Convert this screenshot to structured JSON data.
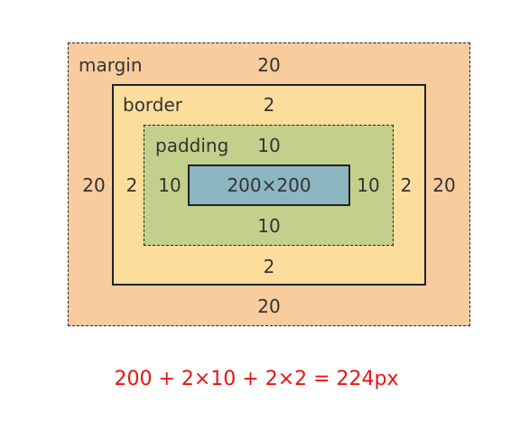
{
  "colors": {
    "margin_fill": "#f9cc9d",
    "border_fill": "#fddd9b",
    "padding_fill": "#c3d08b",
    "content_fill": "#8cb6c0",
    "outline": "#222222",
    "text": "#333333",
    "formula": "#ee1111"
  },
  "margin": {
    "label": "margin",
    "top": "20",
    "left": "20",
    "right": "20",
    "bottom": "20"
  },
  "border": {
    "label": "border",
    "top": "2",
    "left": "2",
    "right": "2",
    "bottom": "2"
  },
  "padding": {
    "label": "padding",
    "top": "10",
    "left": "10",
    "right": "10",
    "bottom": "10"
  },
  "content": {
    "size": "200×200"
  },
  "formula": "200 + 2×10 + 2×2 = 224px"
}
